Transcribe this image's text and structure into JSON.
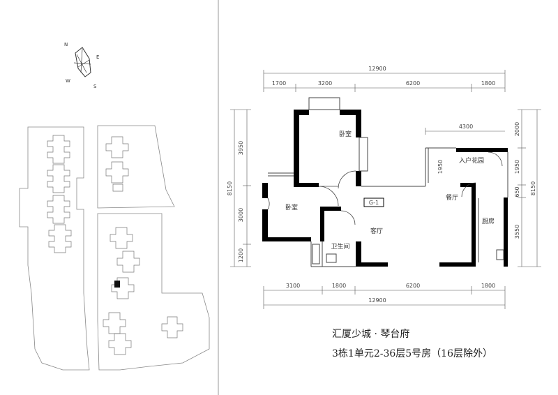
{
  "compass": {
    "n": "N",
    "e": "E",
    "s": "S",
    "w": "W"
  },
  "dimensions": {
    "top_total": "12900",
    "top_segments": [
      "1700",
      "3200",
      "6200",
      "1800"
    ],
    "inner_top": "4300",
    "left_total": "8150",
    "left_segments": [
      "3950",
      "3000",
      "1200"
    ],
    "right_total": "8150",
    "right_segments": [
      "2000",
      "1950",
      "650",
      "3550"
    ],
    "inner_right": "1950",
    "bottom_segments": [
      "3100",
      "1800",
      "6200",
      "1800"
    ],
    "bottom_total": "12900"
  },
  "rooms": {
    "bedroom_top": "卧室",
    "bedroom_left": "卧室",
    "garden": "入户花园",
    "dining": "餐厅",
    "living": "客厅",
    "kitchen": "厨房",
    "bathroom": "卫生间",
    "unit_tag": "G-1"
  },
  "caption": {
    "project": "汇厦少城 · 琴台府",
    "unit": "3栋1单元2-36层5号房（16层除外）"
  }
}
